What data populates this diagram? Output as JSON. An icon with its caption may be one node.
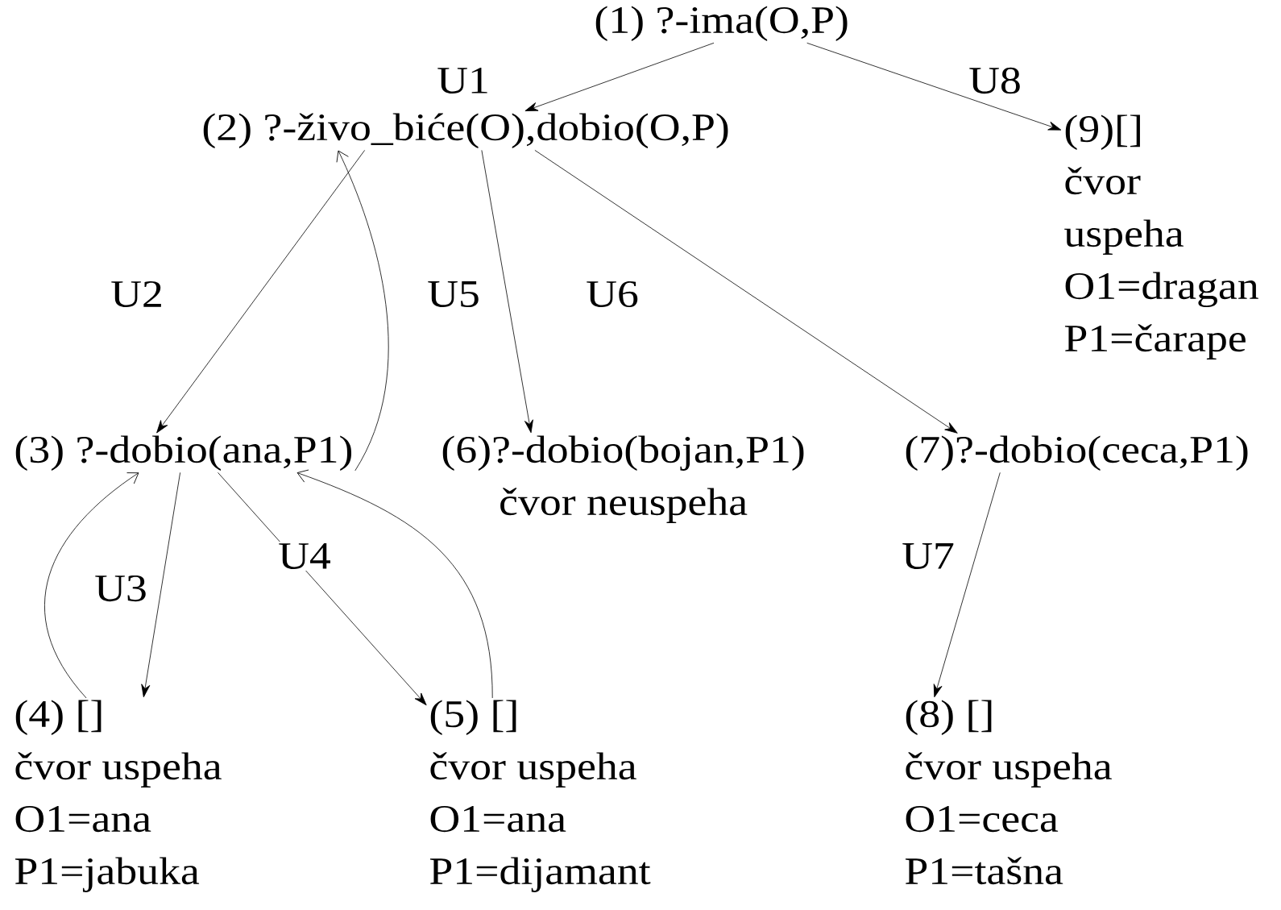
{
  "diagram": {
    "nodes": [
      {
        "text": [
          "(1) ?-ima(O,P)"
        ]
      },
      {
        "text": [
          "(2) ?-živo_biće(O),dobio(O,P)"
        ]
      },
      {
        "text": [
          "(3) ?-dobio(ana,P1)"
        ]
      },
      {
        "text": [
          "(4) []",
          "čvor uspeha",
          "O1=ana",
          "P1=jabuka"
        ]
      },
      {
        "text": [
          "(5) []",
          "čvor uspeha",
          "O1=ana",
          "P1=dijamant"
        ]
      },
      {
        "text": [
          "(6)?-dobio(bojan,P1)",
          "čvor neuspeha"
        ]
      },
      {
        "text": [
          "(7)?-dobio(ceca,P1)"
        ]
      },
      {
        "text": [
          "(8) []",
          "čvor uspeha",
          "O1=ceca",
          "P1=tašna"
        ]
      },
      {
        "text": [
          "(9)[]",
          "čvor uspeha",
          "O1=dragan",
          "P1=čarape"
        ]
      }
    ],
    "edges": [
      {
        "from": 0,
        "to": 1,
        "arrow": "to",
        "label": "U1"
      },
      {
        "from": 0,
        "to": 8,
        "arrow": "to",
        "label": "U8"
      },
      {
        "from": 1,
        "to": 2,
        "arrow": "to",
        "label": "U2"
      },
      {
        "from": 1,
        "to": 5,
        "arrow": "to",
        "label": "U5"
      },
      {
        "from": 1,
        "to": 6,
        "arrow": "to",
        "label": "U6"
      },
      {
        "from": 2,
        "to": 3,
        "arrow": "to",
        "label": "U3"
      },
      {
        "from": 2,
        "to": 4,
        "arrow": "to",
        "label": "U4"
      },
      {
        "from": 6,
        "to": 7,
        "arrow": "to",
        "label": "U7"
      },
      {
        "from": 3,
        "to": 2,
        "arrow": "to"
      },
      {
        "from": 4,
        "to": 2,
        "arrow": "to"
      },
      {
        "from": 2,
        "to": 1,
        "arrow": "to"
      }
    ]
  }
}
